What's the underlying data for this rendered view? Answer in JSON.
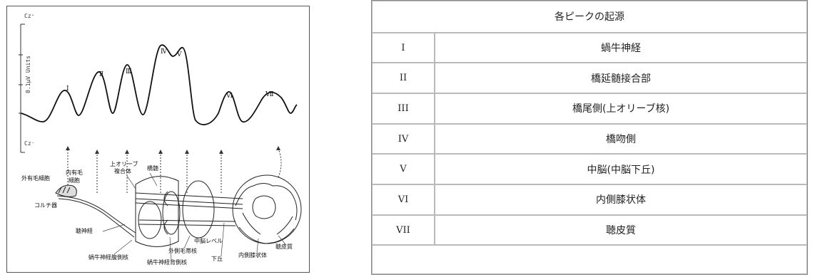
{
  "figure": {
    "axis_top": "Cz⁺",
    "axis_bottom": "Cz⁻",
    "y_unit": "0.1μV Units",
    "peaks": [
      "Ⅰ",
      "Ⅱ",
      "Ⅲ",
      "Ⅳ",
      "Ⅴ",
      "Ⅵ",
      "Ⅶ"
    ],
    "anatomy_labels": {
      "outer_hair_cells": "外有毛細胞",
      "inner_hair_cells_1": "内有毛",
      "inner_hair_cells_2": "細胞",
      "corti": "コルチ器",
      "auditory_nerve": "聴神経",
      "superior_olive_1": "上オリーブ",
      "superior_olive_2": "複合体",
      "trapezoid": "橋髄",
      "midbrain_level": "中脳レベル",
      "lateral_lemniscus": "外側毛帯核",
      "ventral_cochlear": "蝸牛神経腹側核",
      "dorsal_cochlear": "蝸牛神経背側核",
      "inferior_colliculus": "下丘",
      "medial_geniculate": "内側膝状体",
      "auditory_cortex": "聴皮質"
    }
  },
  "table": {
    "title": "各ピークの起源",
    "rows": [
      {
        "numeral": "I",
        "origin": "蝸牛神経"
      },
      {
        "numeral": "II",
        "origin": "橋延髄接合部"
      },
      {
        "numeral": "III",
        "origin": "橋尾側(上オリーブ核)"
      },
      {
        "numeral": "IV",
        "origin": "橋吻側"
      },
      {
        "numeral": "V",
        "origin": "中脳(中脳下丘)"
      },
      {
        "numeral": "VI",
        "origin": "内側膝状体"
      },
      {
        "numeral": "VII",
        "origin": "聴皮質"
      }
    ]
  }
}
